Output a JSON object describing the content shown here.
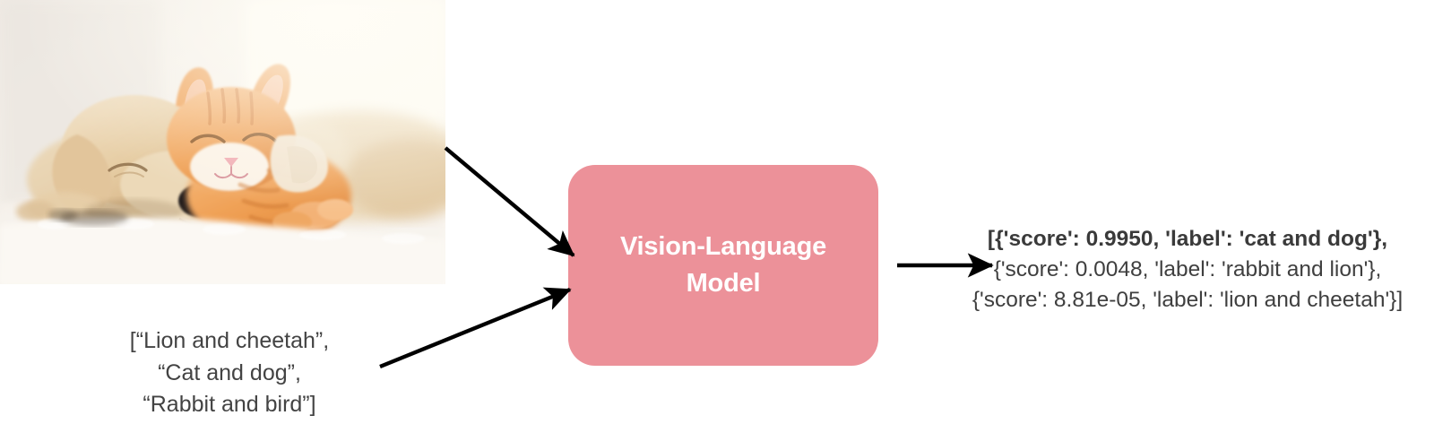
{
  "diagram": {
    "title_flow": "Vision-Language Model inference diagram",
    "background_color": "#ffffff"
  },
  "input_image": {
    "name": "puppy-and-kitten-photo",
    "alt": "A sleeping golden puppy and an orange tabby kitten cuddling on a white blanket",
    "colors": {
      "background": "#f5f1ec",
      "blanket": "#f7f3ee",
      "puppy_fur": "#e8cfa8",
      "puppy_fur_dark": "#d3b183",
      "kitten_fur": "#f0a45a",
      "kitten_fur_dark": "#d9813a",
      "nose_black": "#2b2724",
      "nose_pink": "#f2b8bd"
    }
  },
  "prompt": {
    "name": "candidate-labels-list",
    "text": "[“Lion and cheetah”,\n“Cat and dog”,\n“Rabbit and bird”]",
    "lines": [
      "[“Lion and cheetah”,",
      "“Cat and dog”,",
      "“Rabbit and bird”]"
    ],
    "text_color": "#434343"
  },
  "model": {
    "name": "vision-language-model",
    "label": "Vision-Language\nModel",
    "label_line_1": "Vision-Language",
    "label_line_2": "Model",
    "box_color": "#ec9199",
    "text_color": "#ffffff"
  },
  "output": {
    "name": "model-predictions",
    "text_color": "#3f3f3f",
    "highlight_color": "#3a3a3a",
    "lines": [
      "[{'score': 0.9950, 'label': 'cat and dog'},",
      "{'score': 0.0048, 'label': 'rabbit and lion'},",
      "{'score': 8.81e-05, 'label': 'lion and cheetah'}]"
    ],
    "predictions": [
      {
        "score": "0.9950",
        "label": "cat and dog",
        "emphasized": true
      },
      {
        "score": "0.0048",
        "label": "rabbit and lion",
        "emphasized": false
      },
      {
        "score": "8.81e-05",
        "label": "lion and cheetah",
        "emphasized": false
      }
    ]
  },
  "arrows": {
    "image_to_model": "arrow-image-to-model",
    "prompt_to_model": "arrow-prompt-to-model",
    "model_to_output": "arrow-model-to-output",
    "color": "#000000"
  }
}
